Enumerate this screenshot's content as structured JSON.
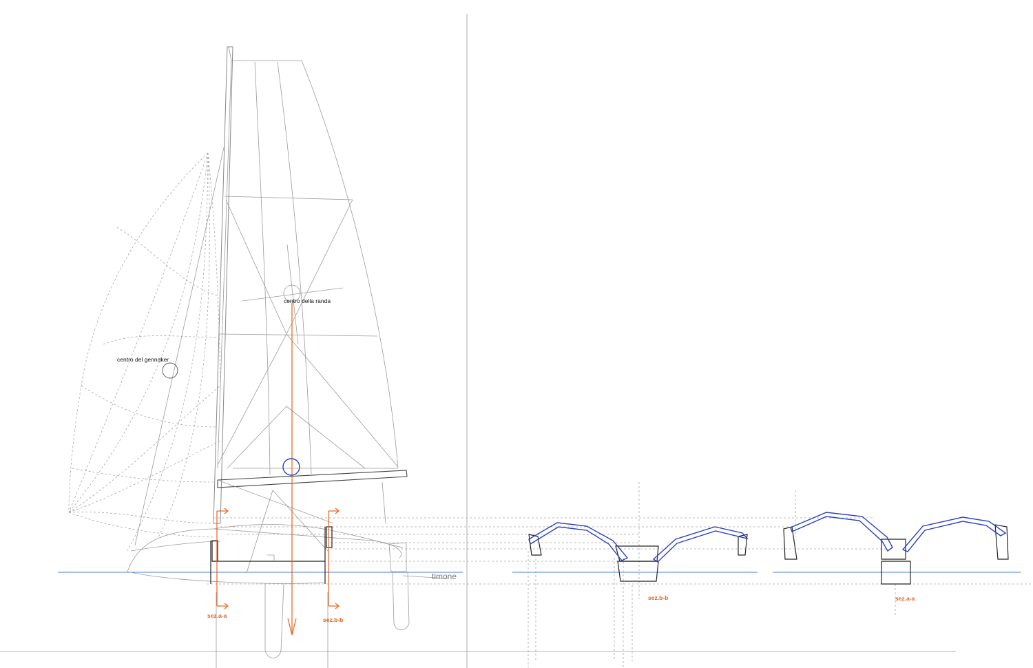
{
  "labels": {
    "randa": "centro della randa",
    "gennaker": "centro del gennaker",
    "timone": "timone",
    "sez_aa_side": "sez.a-a",
    "sez_bb_side": "sez.b-b",
    "sez_bb_view": "sez.b-b",
    "sez_aa_view": "sez.a-a"
  },
  "colors": {
    "section_marker": "#e8611a",
    "wing_outline": "#2a3fc4",
    "waterline": "#4a7fd0",
    "construction": "#9a9a9a"
  }
}
